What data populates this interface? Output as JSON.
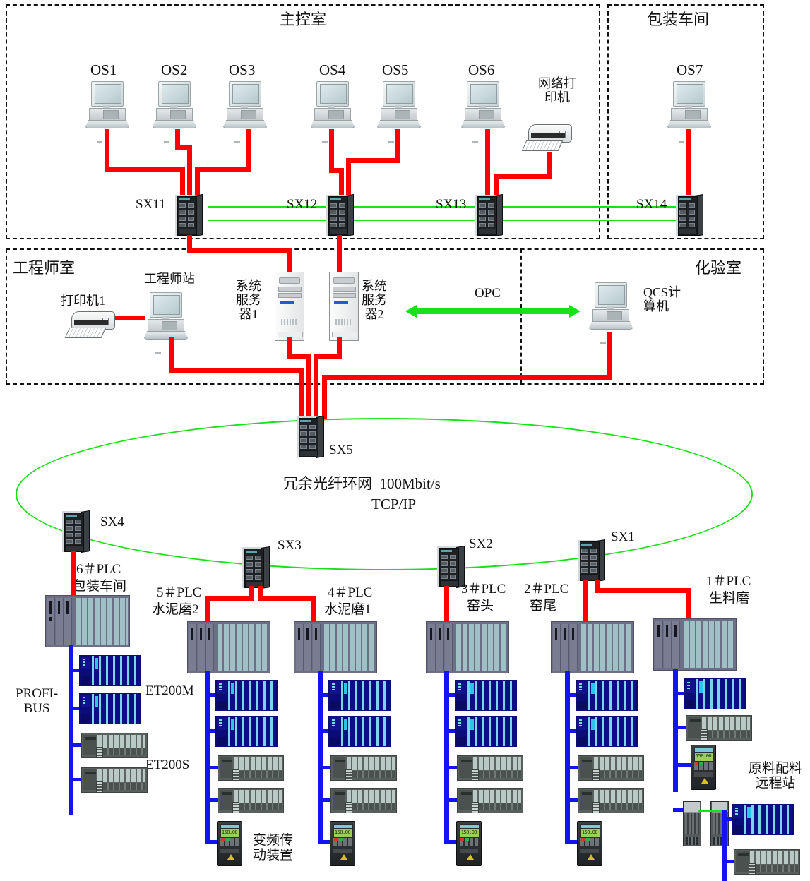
{
  "rooms": {
    "control_room": "主控室",
    "packaging_shop": "包装车间",
    "engineer_room": "工程师室",
    "lab_room": "化验室"
  },
  "operator_stations": [
    {
      "id": "os1",
      "label": "OS1"
    },
    {
      "id": "os2",
      "label": "OS2"
    },
    {
      "id": "os3",
      "label": "OS3"
    },
    {
      "id": "os4",
      "label": "OS4"
    },
    {
      "id": "os5",
      "label": "OS5"
    },
    {
      "id": "os6",
      "label": "OS6"
    },
    {
      "id": "os7",
      "label": "OS7"
    }
  ],
  "network_printer": "网络打\n印机",
  "top_switches": [
    {
      "id": "sx11",
      "label": "SX11"
    },
    {
      "id": "sx12",
      "label": "SX12"
    },
    {
      "id": "sx13",
      "label": "SX13"
    },
    {
      "id": "sx14",
      "label": "SX14"
    }
  ],
  "engineer_room_items": {
    "printer1": "打印机1",
    "engineer_station": "工程师站",
    "server1": "系统\n服务\n器1",
    "server2": "系统\n服务\n器2"
  },
  "lab_items": {
    "qcs_computer": "QCS计\n算机",
    "opc_link": "OPC"
  },
  "ring": {
    "switch_label": "SX5",
    "title": "冗余光纤环网  100Mbit/s",
    "subtitle": "TCP/IP"
  },
  "field_switches": [
    {
      "id": "sx4",
      "label": "SX4"
    },
    {
      "id": "sx3",
      "label": "SX3"
    },
    {
      "id": "sx2",
      "label": "SX2"
    },
    {
      "id": "sx1",
      "label": "SX1"
    }
  ],
  "plcs": [
    {
      "id": "plc6",
      "number": "6＃PLC",
      "area": "包装车间"
    },
    {
      "id": "plc5",
      "number": "5＃PLC",
      "area": "水泥磨2"
    },
    {
      "id": "plc4",
      "number": "4＃PLC",
      "area": "水泥磨1"
    },
    {
      "id": "plc3",
      "number": "3＃PLC",
      "area": "窑头"
    },
    {
      "id": "plc2",
      "number": "2＃PLC",
      "area": "窑尾"
    },
    {
      "id": "plc1",
      "number": "1＃PLC",
      "area": "生料磨"
    }
  ],
  "fieldbus": {
    "profibus": "PROFI-\nBUS",
    "et200m": "ET200M",
    "et200s": "ET200S",
    "vfd": "变频传\n动装置",
    "remote_station": "原料配料\n远程站"
  },
  "vfd_display": "150.00",
  "colors": {
    "ethernet_red": "#fe0000",
    "fiber_green": "#19e119",
    "profibus_blue": "#1414f0",
    "room_border": "#111111"
  }
}
